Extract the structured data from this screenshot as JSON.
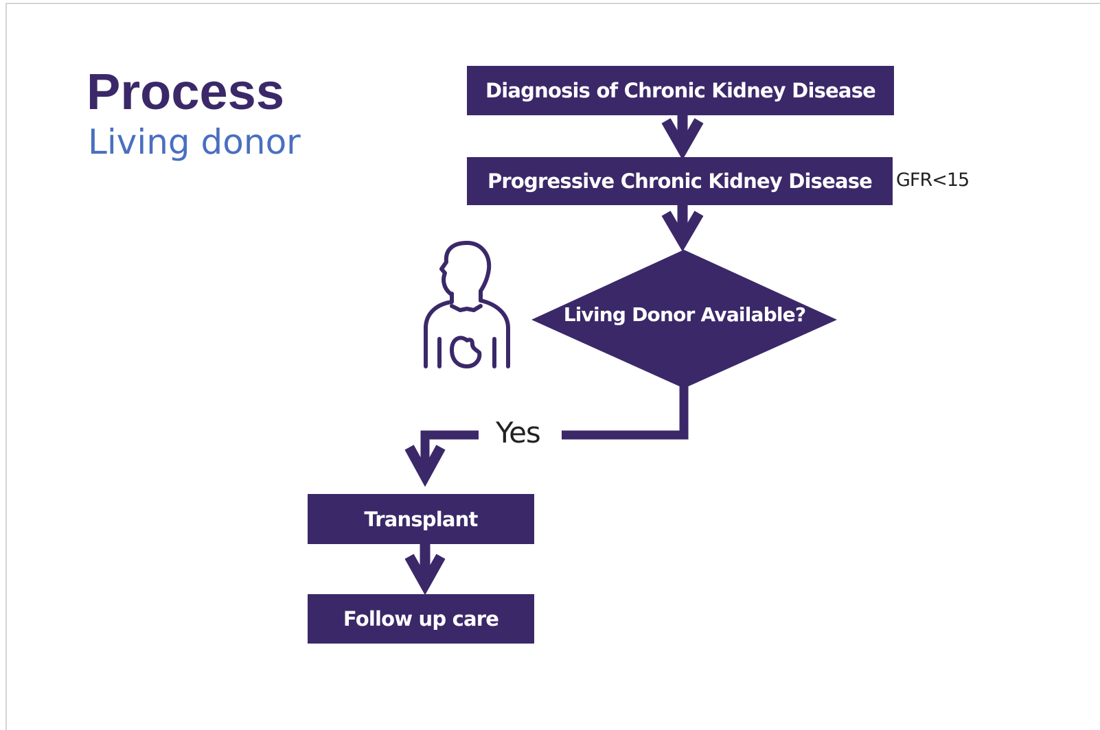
{
  "slide": {
    "title": "Process",
    "subtitle": "Living donor"
  },
  "flowchart": {
    "steps": [
      {
        "label": "Diagnosis of Chronic Kidney Disease"
      },
      {
        "label": "Progressive Chronic Kidney Disease",
        "note": "GFR<15"
      },
      {
        "label": "Living Donor Available?",
        "shape": "diamond"
      },
      {
        "label": "Transplant"
      },
      {
        "label": "Follow up care"
      }
    ],
    "branch_label": "Yes"
  },
  "colors": {
    "primary": "#3b2869",
    "subtitle": "#4a6fc0",
    "text": "#222222",
    "background": "#ffffff"
  },
  "icons": [
    "person-with-kidney-icon",
    "arrow-down-icon"
  ]
}
